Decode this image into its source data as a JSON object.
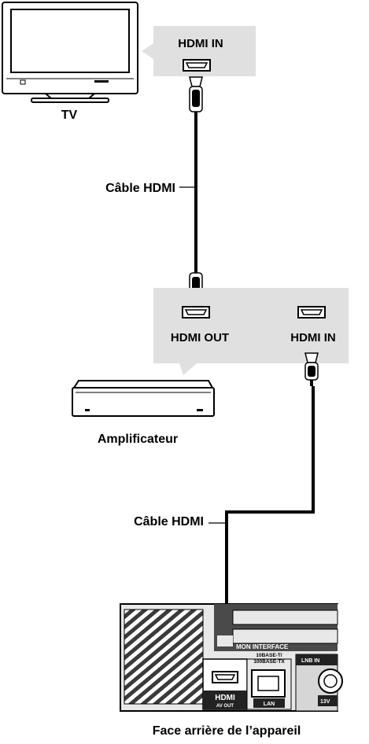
{
  "tv": {
    "port_label": "HDMI IN",
    "device_label": "TV"
  },
  "cable_top": {
    "label": "Câble HDMI"
  },
  "amplifier": {
    "port_out_label": "HDMI OUT",
    "port_in_label": "HDMI IN",
    "device_label": "Amplificateur"
  },
  "cable_bottom": {
    "label": "Câble HDMI"
  },
  "rear_panel": {
    "caption": "Face arrière de l’appareil",
    "common_interface_label": "MON INTERFACE",
    "hdmi_logo": "HDMI",
    "hdmi_sub": "AV OUT",
    "lan_spec_1": "10BASE-T/",
    "lan_spec_2": "100BASE-TX",
    "lan_label": "LAN",
    "lnb_label": "LNB IN",
    "voltage_label": "13V"
  },
  "colors": {
    "callout_bg": "#e0e0e0",
    "panel_bg": "#e8e8e8",
    "panel_dark": "#4a4a4a",
    "line": "#000000"
  }
}
